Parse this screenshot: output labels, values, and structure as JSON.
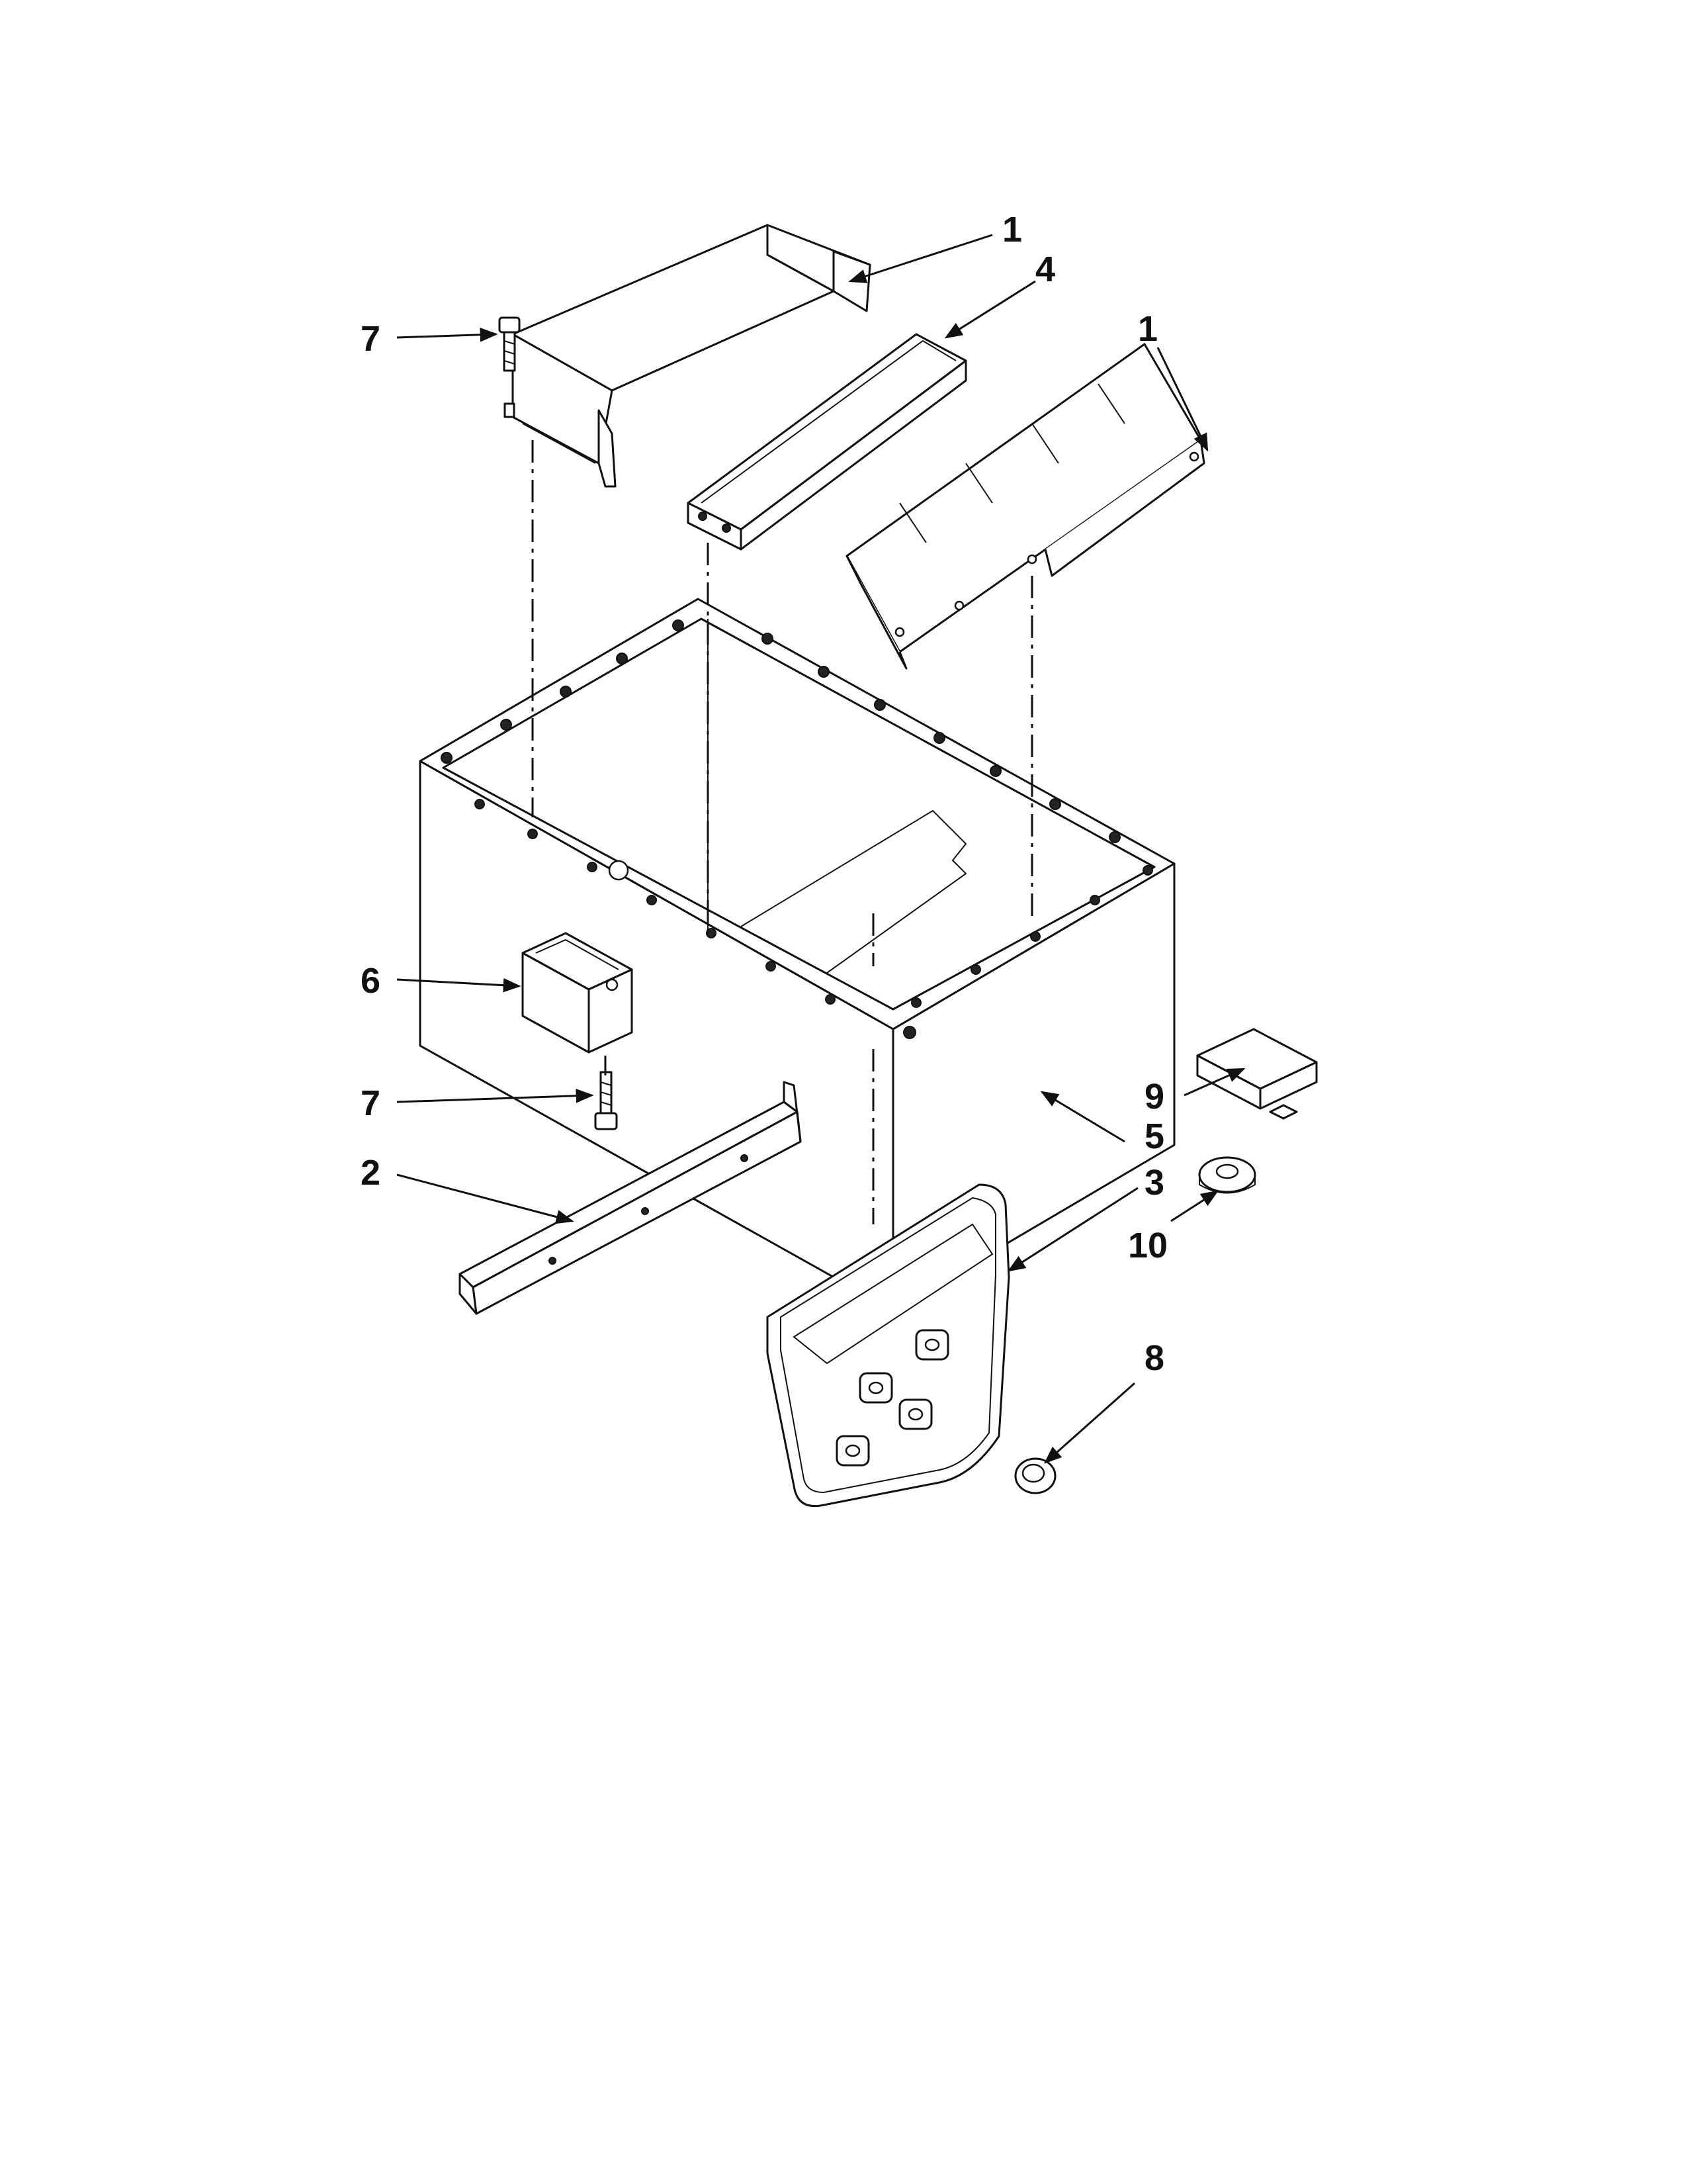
{
  "callouts": [
    {
      "id": "c1a",
      "label": "1"
    },
    {
      "id": "c4",
      "label": "4"
    },
    {
      "id": "c1b",
      "label": "1"
    },
    {
      "id": "c7a",
      "label": "7"
    },
    {
      "id": "c6",
      "label": "6"
    },
    {
      "id": "c7b",
      "label": "7"
    },
    {
      "id": "c2",
      "label": "2"
    },
    {
      "id": "c9",
      "label": "9"
    },
    {
      "id": "c5",
      "label": "5"
    },
    {
      "id": "c3",
      "label": "3"
    },
    {
      "id": "c10",
      "label": "10"
    },
    {
      "id": "c8",
      "label": "8"
    }
  ],
  "colors": {
    "line": "#111111",
    "background": "#ffffff"
  }
}
